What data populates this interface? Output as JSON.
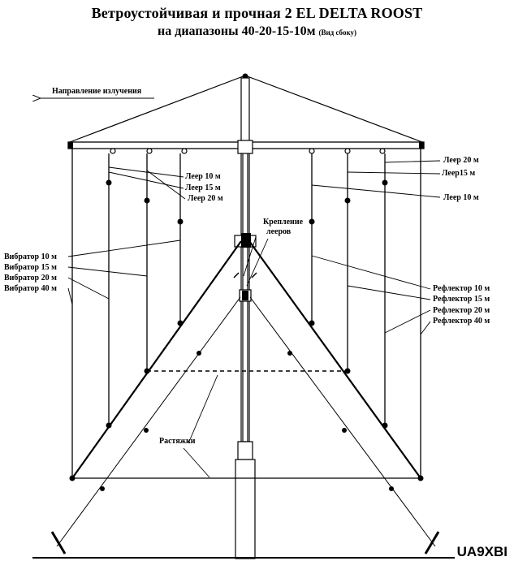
{
  "title": {
    "line1": "Ветроустойчивая и прочная  2  EL DELTA  ROOST",
    "line2": "на диапазоны 40-20-15-10м",
    "note": "(Вид сбоку)"
  },
  "direction_label": "Направление излучения",
  "labels": {
    "leer_left": [
      "Леер 10 м",
      "Леер 15 м",
      "Леер 20 м"
    ],
    "leer_right": [
      "Леер 20 м",
      "Леер15 м",
      "Леер 10 м"
    ],
    "mount": [
      "Крепление",
      "лееров"
    ],
    "vibrators": [
      "Вибратор 10 м",
      "Вибратор 15 м",
      "Вибратор 20 м",
      "Вибратор 40 м"
    ],
    "reflectors": [
      "Рефлектор 10 м",
      "Рефлектор  15 м",
      "Рефлектор 20 м",
      "Рефлектор 40 м"
    ],
    "guys": "Растяжки"
  },
  "signature": "UA9XBI"
}
